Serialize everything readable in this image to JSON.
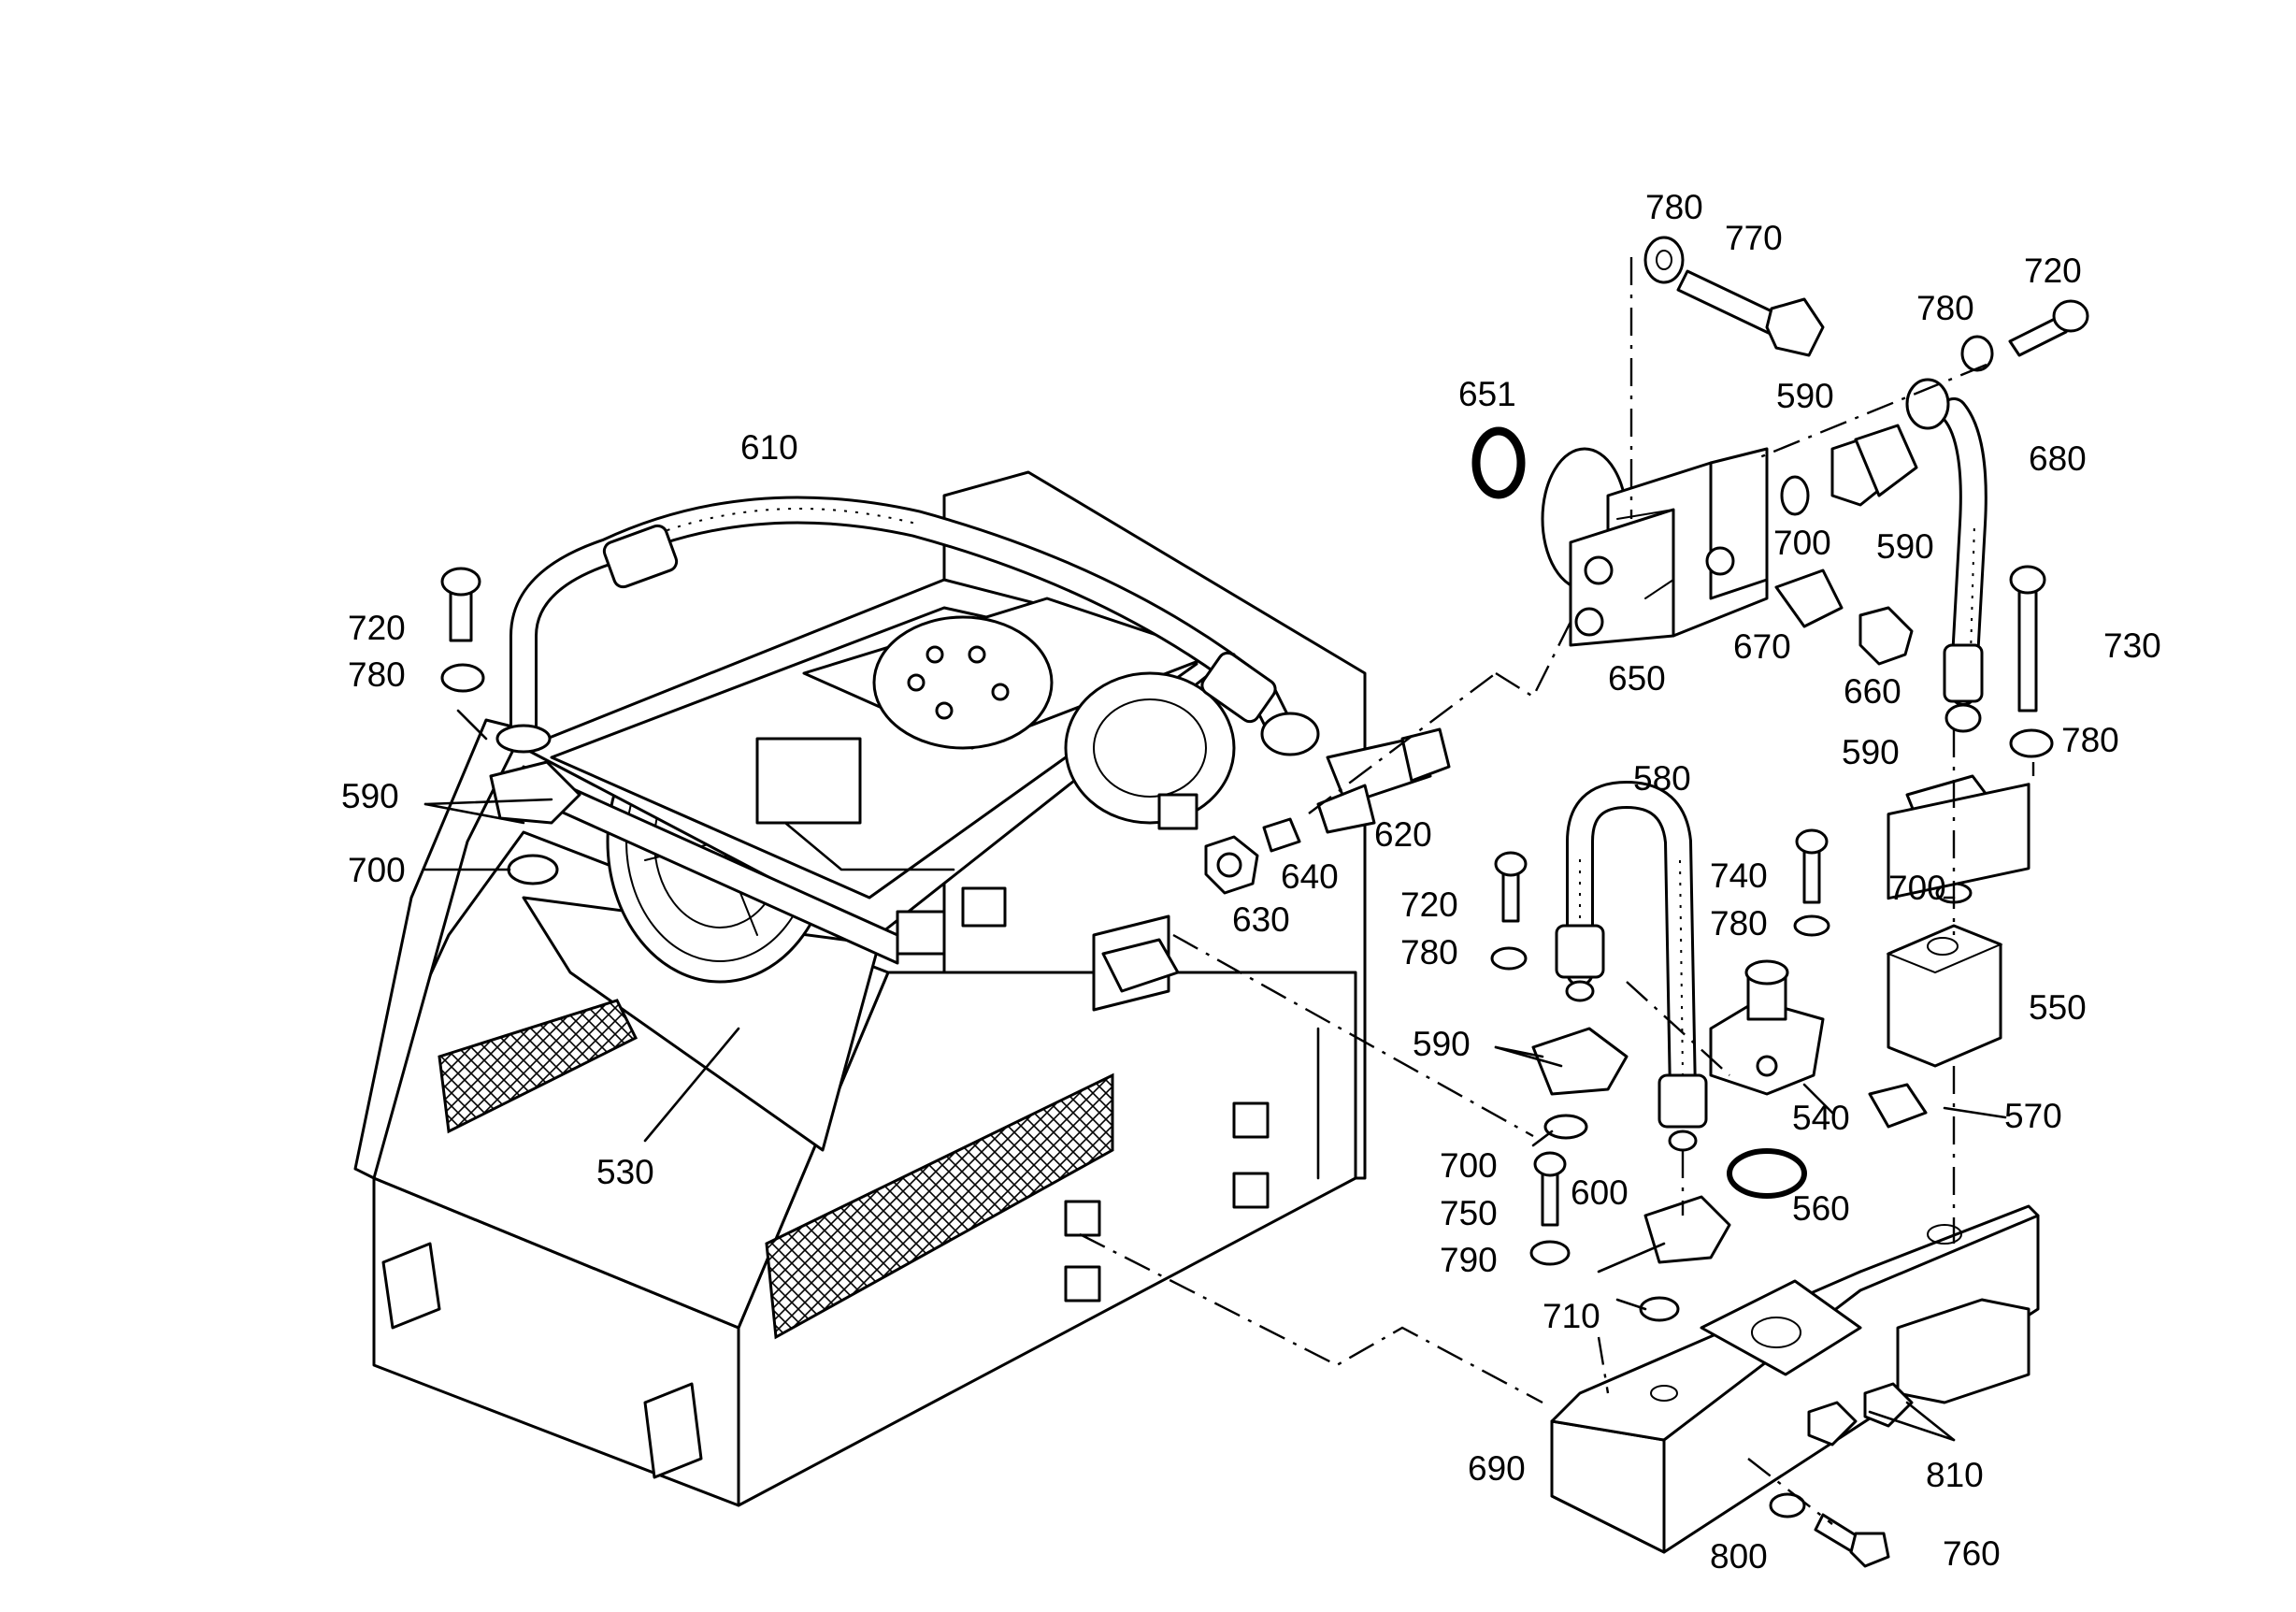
{
  "labels": {
    "l530": "530",
    "l540": "540",
    "l550": "550",
    "l560": "560",
    "l570": "570",
    "l580": "580",
    "l590a": "590",
    "l590b": "590",
    "l590c": "590",
    "l590d": "590",
    "l590e": "590",
    "l600": "600",
    "l610": "610",
    "l620": "620",
    "l630": "630",
    "l640": "640",
    "l650": "650",
    "l651": "651",
    "l660": "660",
    "l670": "670",
    "l680": "680",
    "l690": "690",
    "l700a": "700",
    "l700b": "700",
    "l700c": "700",
    "l700d": "700",
    "l710": "710",
    "l720a": "720",
    "l720b": "720",
    "l720c": "720",
    "l730": "730",
    "l740": "740",
    "l750": "750",
    "l760": "760",
    "l770": "770",
    "l780a": "780",
    "l780b": "780",
    "l780c": "780",
    "l780d": "780",
    "l780e": "780",
    "l780f": "780",
    "l790": "790",
    "l800": "800",
    "l810": "810"
  }
}
